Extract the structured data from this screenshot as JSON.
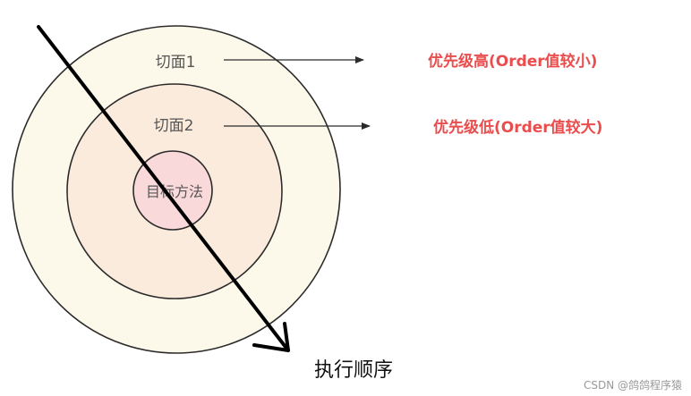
{
  "diagram": {
    "layers": [
      {
        "id": "outer",
        "label": "切面1",
        "fill": "#FDF9EA"
      },
      {
        "id": "middle",
        "label": "切面2",
        "fill": "#FBEBDC"
      },
      {
        "id": "inner",
        "label": "目标方法",
        "fill": "#F9D9D9"
      }
    ],
    "notes": [
      {
        "id": "outer",
        "text": "优先级高(Order值较小)"
      },
      {
        "id": "middle",
        "text": "优先级低(Order值较大)"
      }
    ],
    "order_label": "执行顺序",
    "watermark": "CSDN @鸽鸽程序猿",
    "colors": {
      "note_text": "#EA4D4D",
      "stroke": "#2B2B2B",
      "label_text": "#555555",
      "watermark": "#999999"
    }
  }
}
